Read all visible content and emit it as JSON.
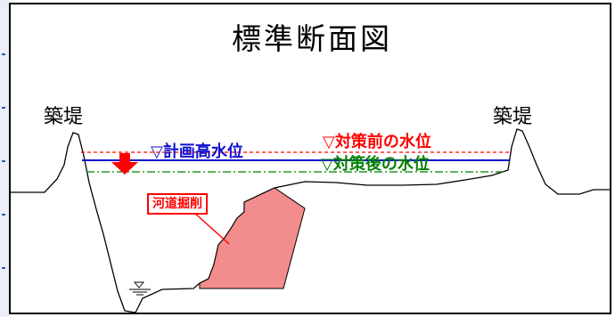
{
  "title": "標準断面図",
  "levee_left": "築堤",
  "levee_right": "築堤",
  "planned_hwl": "▽計画高水位",
  "pre_wl": "▽対策前の水位",
  "post_wl": "▽対策後の水位",
  "excavation": "河道掘削",
  "colors": {
    "planned_hwl": "#1010d0",
    "pre_wl": "#ff0000",
    "post_wl": "#008000",
    "excavation_fill": "#f38c8c",
    "arrow": "#ff0000"
  },
  "icons": {
    "down_arrow": "down-arrow-icon",
    "water_level_mark": "water-level-icon"
  }
}
